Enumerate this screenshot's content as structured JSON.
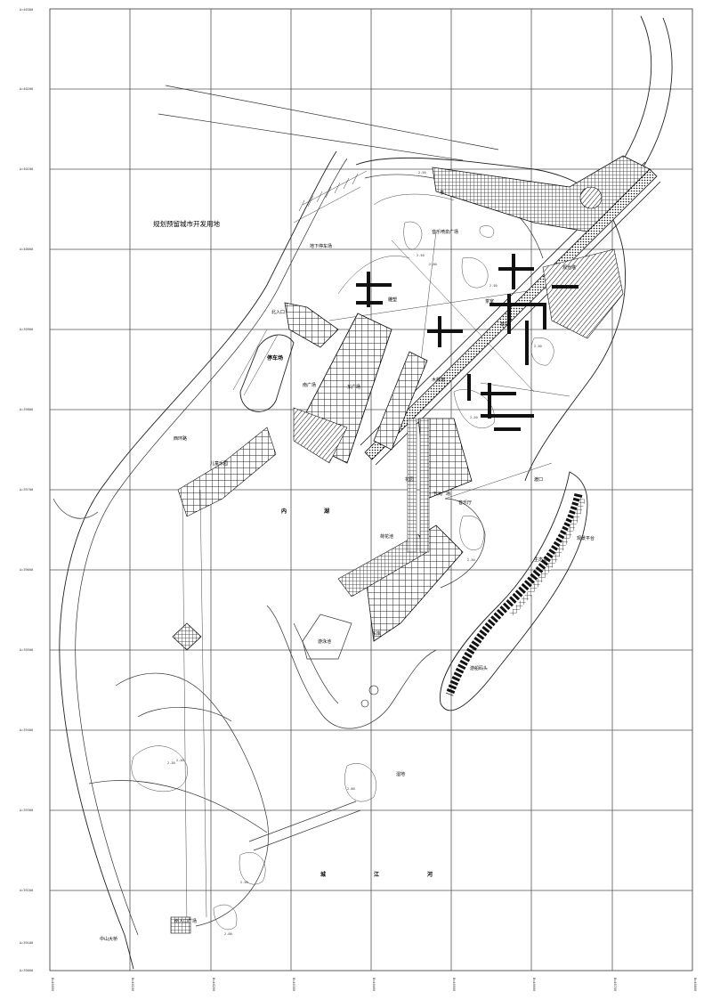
{
  "plan": {
    "title": "规划预留城市开发用地",
    "grid": {
      "left_labels": [
        "A=40300",
        "A=40200",
        "A=40100",
        "A=40000",
        "A=39900",
        "A=39800",
        "A=39700",
        "A=39600",
        "A=39500",
        "A=39400",
        "A=39300",
        "A=39200",
        "A=39100",
        "A=39000"
      ],
      "bottom_labels": [
        "B=40000",
        "B=40100",
        "B=40200",
        "B=40300",
        "B=40400",
        "B=40500",
        "B=40600",
        "B=40700",
        "B=40800"
      ]
    },
    "labels": {
      "parking": "停车场",
      "underground_parking": "地下停车场",
      "north_gate": "北入口",
      "south_plaza": "南广场",
      "east_plaza": "东广场",
      "west_road": "西环路",
      "inner_lake_a": "内",
      "inner_lake_b": "湖",
      "river_a": "城",
      "river_b": "江",
      "river_c": "河",
      "bridge_name": "中山大桥",
      "south_gate": "南入口广场",
      "fountain": "音乐喷泉广场",
      "station": "观光塔",
      "island": "生态岛",
      "viewing_deck": "观景平台",
      "pier": "游船码头",
      "pavilion": "亭",
      "wetland": "湿地",
      "boardwalk": "木栈道",
      "sculpture": "雕塑",
      "cafe": "茶室",
      "lawn": "草坪",
      "ferry": "渡口",
      "garden": "花园",
      "swim": "游泳池",
      "east_bank": "东岸",
      "music_hall": "音乐厅",
      "lotus": "荷花池",
      "playground": "儿童乐园",
      "sunken": "下沉广场"
    },
    "elevations": [
      "2.50",
      "2.80",
      "2.50",
      "2.30",
      "2.20",
      "2.50",
      "2.30",
      "2.40",
      "2.50",
      "2.00",
      "2.80",
      "2.50"
    ]
  }
}
